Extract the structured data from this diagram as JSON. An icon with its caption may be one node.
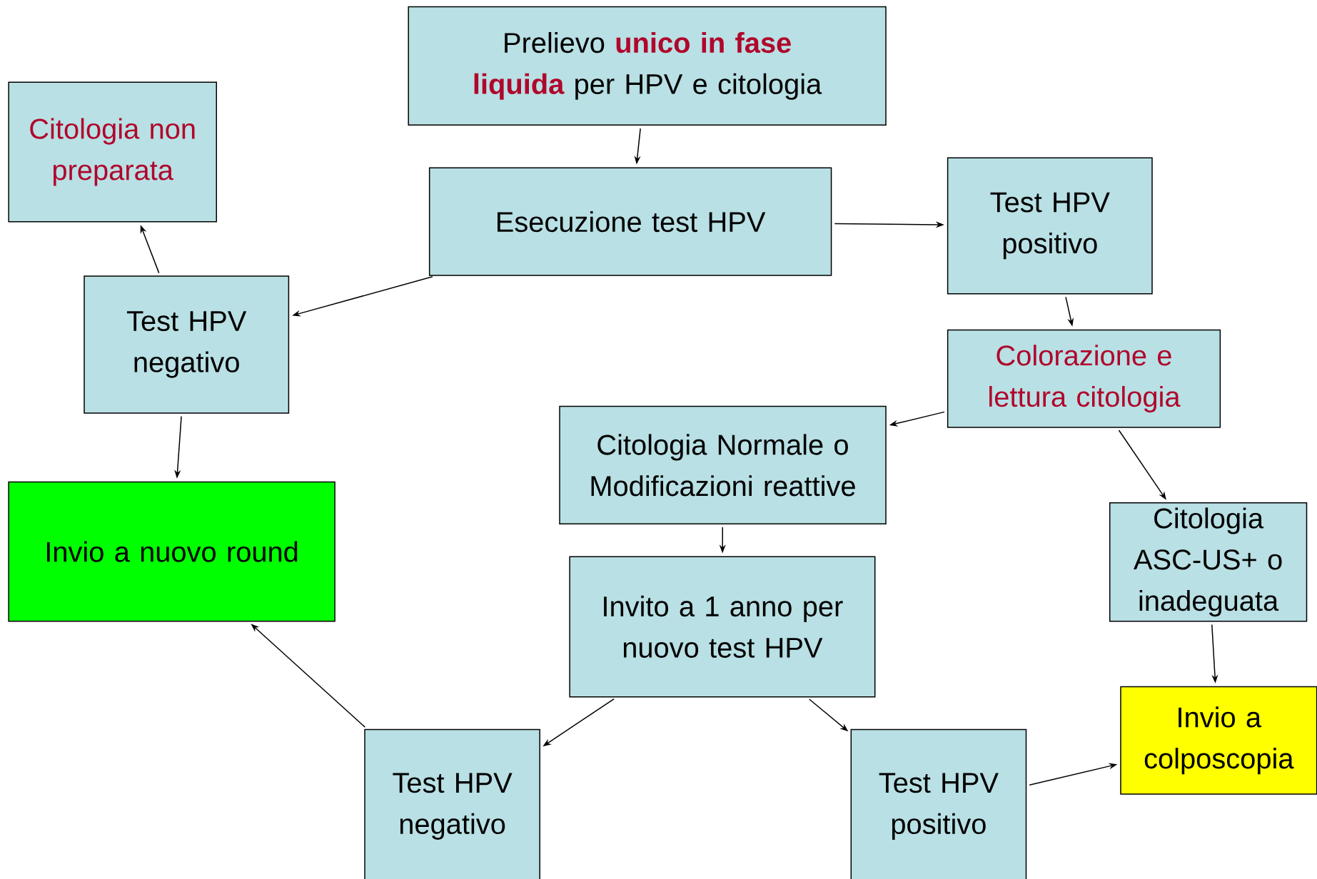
{
  "diagram": {
    "nodes": [
      {
        "text": [
          "Prelievo **unico in fase liquida** per HPV e citologia"
        ]
      },
      {
        "text": [
          "Citologia non preparata"
        ]
      },
      {
        "text": [
          "Esecuzione test HPV"
        ]
      },
      {
        "text": [
          "Test HPV positivo"
        ]
      },
      {
        "text": [
          "Test HPV negativo"
        ]
      },
      {
        "text": [
          "Colorazione e lettura citologia"
        ]
      },
      {
        "text": [
          "Citologia Normale o Modificazioni reattive"
        ]
      },
      {
        "text": [
          "Invio a nuovo round"
        ]
      },
      {
        "text": [
          "Citologia ASC-US+ o inadeguata"
        ]
      },
      {
        "text": [
          "Invito a 1 anno per nuovo test HPV"
        ]
      },
      {
        "text": [
          "Invio a colposcopia"
        ]
      },
      {
        "text": [
          "Test HPV negativo"
        ]
      },
      {
        "text": [
          "Test HPV positivo"
        ]
      }
    ],
    "edges": [
      {
        "from": 0,
        "to": 2,
        "arrow": "to"
      },
      {
        "from": 2,
        "to": 3,
        "arrow": "to"
      },
      {
        "from": 2,
        "to": 4,
        "arrow": "to"
      },
      {
        "from": 4,
        "to": 1,
        "arrow": "to"
      },
      {
        "from": 4,
        "to": 7,
        "arrow": "to"
      },
      {
        "from": 3,
        "to": 5,
        "arrow": "to"
      },
      {
        "from": 5,
        "to": 6,
        "arrow": "to"
      },
      {
        "from": 5,
        "to": 8,
        "arrow": "to"
      },
      {
        "from": 6,
        "to": 9,
        "arrow": "to"
      },
      {
        "from": 8,
        "to": 10,
        "arrow": "to"
      },
      {
        "from": 9,
        "to": 11,
        "arrow": "to"
      },
      {
        "from": 9,
        "to": 12,
        "arrow": "to"
      },
      {
        "from": 11,
        "to": 7,
        "arrow": "to"
      },
      {
        "from": 12,
        "to": 10,
        "arrow": "to"
      }
    ]
  }
}
